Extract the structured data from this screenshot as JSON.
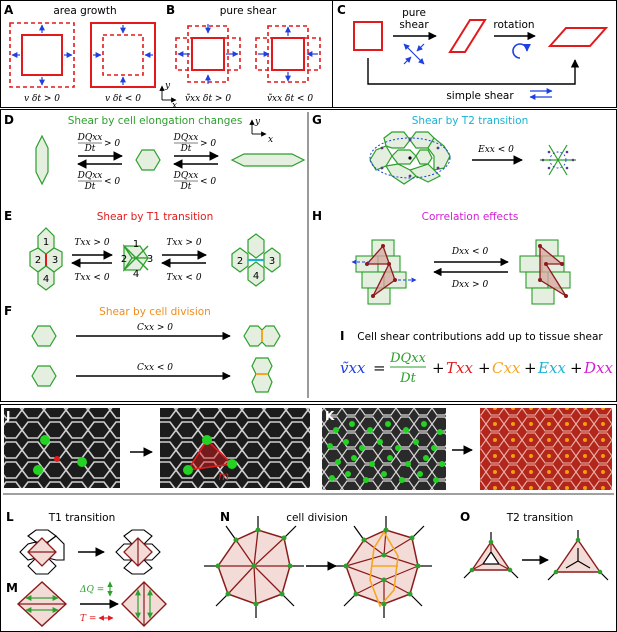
{
  "labels": {
    "A": "A",
    "B": "B",
    "C": "C",
    "D": "D",
    "E": "E",
    "F": "F",
    "G": "G",
    "H": "H",
    "I": "I",
    "J": "J",
    "K": "K",
    "L": "L",
    "M": "M",
    "N": "N",
    "O": "O"
  },
  "titles": {
    "A": "area growth",
    "B": "pure shear",
    "D": "Shear by cell elongation changes",
    "E": "Shear by T1 transition",
    "F": "Shear by cell division",
    "G": "Shear by T2 transition",
    "H": "Correlation effects",
    "I": "Cell shear contributions add up to tissue shear",
    "L": "T1 transition",
    "N": "cell division",
    "O": "T2 transition"
  },
  "panelA": {
    "left": "v δt > 0",
    "right": "v δt < 0"
  },
  "panelB": {
    "left": "ṽxx δt > 0",
    "right": "ṽxx δt < 0"
  },
  "axes": {
    "y": "y",
    "x": "x"
  },
  "panelC": {
    "pure_shear_line1": "pure",
    "pure_shear_line2": "shear",
    "rotation": "rotation",
    "simple_shear": "simple shear"
  },
  "panelD": {
    "top1": "DQxx",
    "bot1": "Dt",
    "cond1": "> 0",
    "top2": "DQxx",
    "bot2": "Dt",
    "cond2": "< 0",
    "top3": "DQxx",
    "bot3": "Dt",
    "cond3": "> 0",
    "top4": "DQxx",
    "bot4": "Dt",
    "cond4": "< 0"
  },
  "panelE": {
    "c1": "1",
    "c2": "2",
    "c3": "3",
    "c4": "4",
    "m1": "1",
    "m2": "2",
    "m3": "3",
    "m4": "4",
    "r2": "2",
    "r3": "3",
    "r4": "4",
    "up1": "Txx > 0",
    "dn1": "Txx < 0",
    "up2": "Txx > 0",
    "dn2": "Txx < 0"
  },
  "panelF": {
    "up": "Cxx > 0",
    "dn": "Cxx < 0"
  },
  "panelG": {
    "cond": "Exx < 0"
  },
  "panelH": {
    "up": "Dxx < 0",
    "dn": "Dxx > 0"
  },
  "panelI": {
    "lhs": "ṽxx",
    "eq": "=",
    "frac_top": "DQxx",
    "frac_bot": "Dt",
    "plus": "+",
    "t": "Txx",
    "c": "Cxx",
    "e": "Exx",
    "d": "Dxx"
  },
  "panelJ": {
    "m": "m"
  },
  "panelM": {
    "dq": "ΔQ =",
    "t": "T ="
  },
  "colors": {
    "red": "#e31a1c",
    "blue": "#1f3fe0",
    "green": "#2c9f2c",
    "dark": "#8b1a1a",
    "orange": "#f5a623",
    "cyan": "#19b3d3",
    "magenta": "#d21fd2",
    "cellfill": "#e4efe0"
  }
}
